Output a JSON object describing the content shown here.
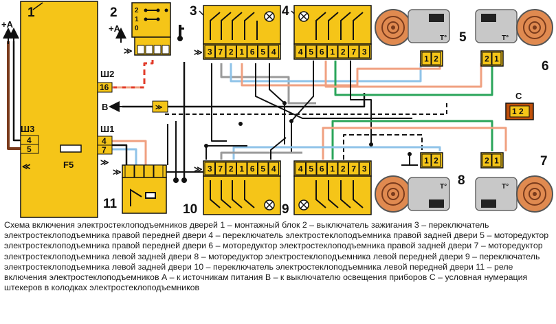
{
  "labels": {
    "n1": "1",
    "n2": "2",
    "n3": "3",
    "n4": "4",
    "n5": "5",
    "n6": "6",
    "n7": "7",
    "n8": "8",
    "n9": "9",
    "n10": "10",
    "n11": "11",
    "plus_a_left": "+A",
    "plus_a_switch": "+A",
    "sh2": "Ш2",
    "sh3": "Ш3",
    "sh1": "Ш1",
    "fuse": "F5",
    "b": "B",
    "c": "C",
    "c_plug": "1 2",
    "t_deg": "T°"
  },
  "ignition_positions": [
    "2",
    "1",
    "0"
  ],
  "block1_pins": {
    "sh2_16": "16",
    "sh3_4": "4",
    "sh3_5": "5",
    "sh1_4": "4",
    "sh1_7": "7"
  },
  "switch3_pins": [
    "3",
    "7",
    "2",
    "1",
    "6",
    "5",
    "4"
  ],
  "switch4_pins": [
    "4",
    "5",
    "6",
    "1",
    "2",
    "7",
    "3"
  ],
  "switch10_pins": [
    "3",
    "7",
    "2",
    "1",
    "6",
    "5",
    "4"
  ],
  "switch9_pins": [
    "4",
    "5",
    "6",
    "1",
    "2",
    "7",
    "3"
  ],
  "motor5_pins": [
    "1",
    "2"
  ],
  "motor6_pins": [
    "2",
    "1"
  ],
  "motor8_pins": [
    "1",
    "2"
  ],
  "motor7_pins": [
    "2",
    "1"
  ],
  "colors": {
    "block": "#f5c518",
    "wire_black": "#111111",
    "wire_brown": "#7a3b1c",
    "wire_red": "#e23b2a",
    "wire_salmon": "#f0a080",
    "wire_blue": "#8fc3e8",
    "wire_green": "#2aa55a",
    "wire_gray": "#9a9a9a",
    "motor": "#e08a50"
  },
  "caption": "Схема включения электростеклоподъемников дверей 1 – монтажный блок 2 – выключатель зажигания 3 – переключатель электростеклоподъемника правой передней двери 4 – переключатель электростеклоподъемника правой задней двери 5 – моторедуктор электростеклоподъемника правой передней двери 6 – моторедуктор электростеклоподъемника правой задней двери 7 – моторедуктор электростеклоподъемника левой задней двери 8 – моторедуктор электростеклоподъемника левой передней двери 9 – переключатель электростеклоподъемника левой задней двери 10 – переключатель электростеклоподъемника левой передней двери 11 – реле включения электростеклоподъемников А – к источникам питания В – к выключателю освещения приборов С – условная нумерация штекеров в колодках электростеклоподъемников"
}
